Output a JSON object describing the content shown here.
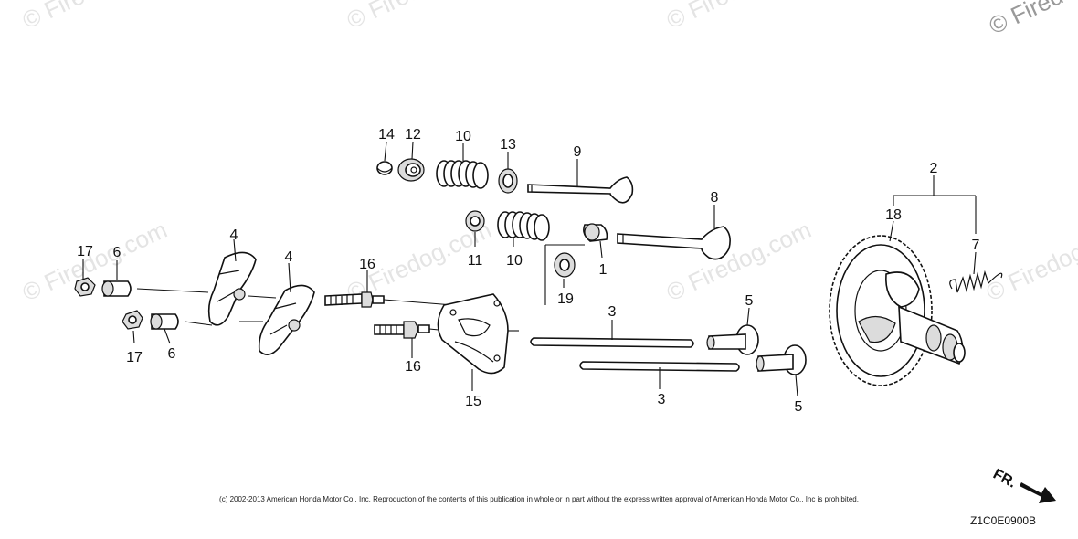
{
  "watermarks": {
    "text": "© Firedog.com",
    "corner_text": "© Firedog"
  },
  "callouts": {
    "c1": "1",
    "c2": "2",
    "c3a": "3",
    "c3b": "3",
    "c4a": "4",
    "c4b": "4",
    "c5a": "5",
    "c5b": "5",
    "c6a": "6",
    "c6b": "6",
    "c7": "7",
    "c8": "8",
    "c9": "9",
    "c10a": "10",
    "c10b": "10",
    "c11": "11",
    "c12": "12",
    "c13": "13",
    "c14": "14",
    "c15": "15",
    "c16a": "16",
    "c16b": "16",
    "c17a": "17",
    "c17b": "17",
    "c18": "18",
    "c19": "19"
  },
  "copyright": "(c) 2002-2013 American Honda Motor Co., Inc. Reproduction of the contents of this publication in whole or in part without the express written approval of American Honda Motor Co., Inc is prohibited.",
  "front_marker": "FR.",
  "diagram_code": "Z1C0E0900B"
}
